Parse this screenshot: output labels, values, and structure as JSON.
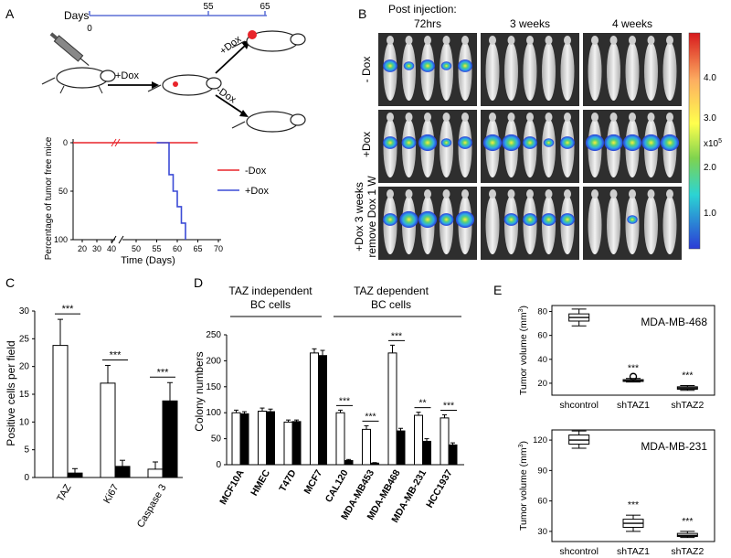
{
  "panels": {
    "A": {
      "letter": "A",
      "timeline": {
        "label": "Days",
        "ticks": [
          "0",
          "55",
          "65"
        ]
      },
      "schematic": {
        "dox1": "+Dox",
        "dox2": "+Dox",
        "dox3": "-Dox"
      },
      "chart_data": {
        "type": "line",
        "ylabel": "Percentage of tumor free mice",
        "xlabel": "Time (Days)",
        "x_ticks_left": [
          "20",
          "30",
          "40"
        ],
        "x_ticks_right": [
          "50",
          "55",
          "60",
          "65",
          "70"
        ],
        "y_ticks": [
          "0",
          "50",
          "100"
        ],
        "series": [
          {
            "name": "-Dox",
            "color": "#e8242a",
            "points": [
              [
                15,
                0
              ],
              [
                65,
                0
              ]
            ]
          },
          {
            "name": "+Dox",
            "color": "#3b4bd6",
            "points": [
              [
                55,
                0
              ],
              [
                58,
                0
              ],
              [
                58,
                33
              ],
              [
                59,
                33
              ],
              [
                59,
                50
              ],
              [
                60,
                50
              ],
              [
                60,
                66
              ],
              [
                61,
                66
              ],
              [
                61,
                83
              ],
              [
                62,
                83
              ],
              [
                62,
                100
              ]
            ]
          }
        ],
        "legend": [
          {
            "label": "-Dox",
            "color": "#e8242a"
          },
          {
            "label": "+Dox",
            "color": "#3b4bd6"
          }
        ]
      }
    },
    "B": {
      "letter": "B",
      "header": "Post injection:",
      "columns": [
        "72hrs",
        "3 weeks",
        "4 weeks"
      ],
      "rows": [
        {
          "label": "- Dox"
        },
        {
          "label": "+Dox"
        },
        {
          "label1": "+Dox 3 weeks",
          "label2": "remove Dox 1 W"
        }
      ],
      "colorbar": {
        "ticks": [
          "4.0",
          "3.0",
          "2.0",
          "1.0"
        ],
        "exponent": "x10",
        "exponent_power": "5"
      }
    },
    "C": {
      "letter": "C",
      "chart_data": {
        "type": "bar",
        "ylabel": "Positive cells per field",
        "categories": [
          "TAZ",
          "Ki67",
          "Caspase 3"
        ],
        "series": [
          {
            "color": "#ffffff",
            "values": [
              23.8,
              17,
              1.5
            ],
            "errors": [
              4.7,
              3.2,
              1.3
            ]
          },
          {
            "color": "#000000",
            "values": [
              0.8,
              2,
              13.8
            ],
            "errors": [
              0.8,
              1.1,
              3.3
            ]
          }
        ],
        "ylim": [
          0,
          30
        ],
        "y_ticks": [
          "0",
          "5",
          "10",
          "15",
          "20",
          "25",
          "30"
        ],
        "significance": [
          "***",
          "***",
          "***"
        ]
      }
    },
    "D": {
      "letter": "D",
      "group1_line1": "TAZ independent",
      "group1_line2": "BC cells",
      "group2_line1": "TAZ dependent",
      "group2_line2": "BC cells",
      "chart_data": {
        "type": "bar",
        "ylabel": "Colony numbers",
        "categories": [
          "MCF10A",
          "HMEC",
          "T47D",
          "MCF7",
          "CAL120",
          "MDA-MB453",
          "MDA-MB468",
          "MDA-MB-231",
          "HCC1937"
        ],
        "series": [
          {
            "color": "#ffffff",
            "values": [
              100,
              103,
              82,
              215,
              100,
              68,
              215,
              95,
              90
            ],
            "errors": [
              5,
              6,
              4,
              8,
              5,
              7,
              15,
              6,
              6
            ]
          },
          {
            "color": "#000000",
            "values": [
              98,
              102,
              83,
              210,
              8,
              3,
              65,
              45,
              38
            ],
            "errors": [
              4,
              5,
              3,
              10,
              2,
              1,
              5,
              5,
              4
            ]
          }
        ],
        "ylim": [
          0,
          250
        ],
        "y_ticks": [
          "0",
          "50",
          "100",
          "150",
          "200",
          "250"
        ],
        "significance": [
          {
            "index": 4,
            "text": "***"
          },
          {
            "index": 5,
            "text": "***"
          },
          {
            "index": 6,
            "text": "***"
          },
          {
            "index": 7,
            "text": "**"
          },
          {
            "index": 8,
            "text": "***"
          }
        ]
      }
    },
    "E": {
      "letter": "E",
      "chart_data": [
        {
          "type": "box",
          "title": "MDA-MB-468",
          "ylabel": "Tumor volume (mm",
          "ylabel_sup": "3",
          "ylabel_end": ")",
          "categories": [
            "shcontrol",
            "shTAZ1",
            "shTAZ2"
          ],
          "ylim": [
            10,
            85
          ],
          "y_ticks": [
            "20",
            "40",
            "60",
            "80"
          ],
          "boxes": [
            {
              "min": 68,
              "q1": 72,
              "median": 75,
              "q3": 78,
              "max": 82,
              "outlier": null
            },
            {
              "min": 21,
              "q1": 21.5,
              "median": 22,
              "q3": 23,
              "max": 24,
              "outlier": 25.5
            },
            {
              "min": 14,
              "q1": 15,
              "median": 16,
              "q3": 17,
              "max": 18,
              "outlier": null
            }
          ],
          "significance": [
            "",
            "***",
            "***"
          ]
        },
        {
          "type": "box",
          "title": "MDA-MB-231",
          "ylabel": "Tumor volume (mm",
          "ylabel_sup": "3",
          "ylabel_end": ")",
          "categories": [
            "shcontrol",
            "shTAZ1",
            "shTAZ2"
          ],
          "ylim": [
            20,
            130
          ],
          "y_ticks": [
            "30",
            "60",
            "90",
            "120"
          ],
          "boxes": [
            {
              "min": 112,
              "q1": 116,
              "median": 120,
              "q3": 125,
              "max": 129,
              "outlier": null
            },
            {
              "min": 30,
              "q1": 34,
              "median": 38,
              "q3": 42,
              "max": 46,
              "outlier": null
            },
            {
              "min": 24,
              "q1": 25,
              "median": 26,
              "q3": 28,
              "max": 30,
              "outlier": null
            }
          ],
          "significance": [
            "",
            "***",
            "***"
          ]
        }
      ]
    }
  }
}
